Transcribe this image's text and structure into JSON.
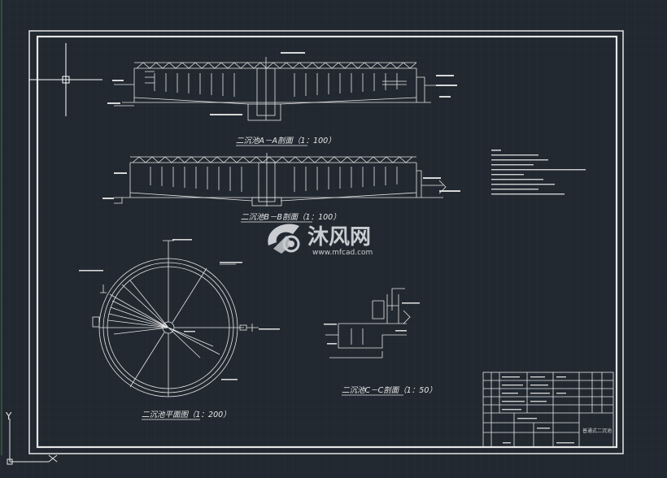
{
  "drawing": {
    "section_aa_title": "二沉池A－A剖面（1：100）",
    "section_bb_title": "二沉池B－B剖面（1：100）",
    "section_cc_title": "二沉池C－C剖面（1：50）",
    "plan_title": "二沉池平面图（1：200）",
    "title_block_name": "普通式二沉池",
    "axis_y_label": "Y"
  },
  "watermark": {
    "brand": "沐风网",
    "url": "www.mfcad.com"
  },
  "colors": {
    "background": "#212830",
    "lines": "#e6e6e6",
    "crosshair": "#ffffff"
  }
}
